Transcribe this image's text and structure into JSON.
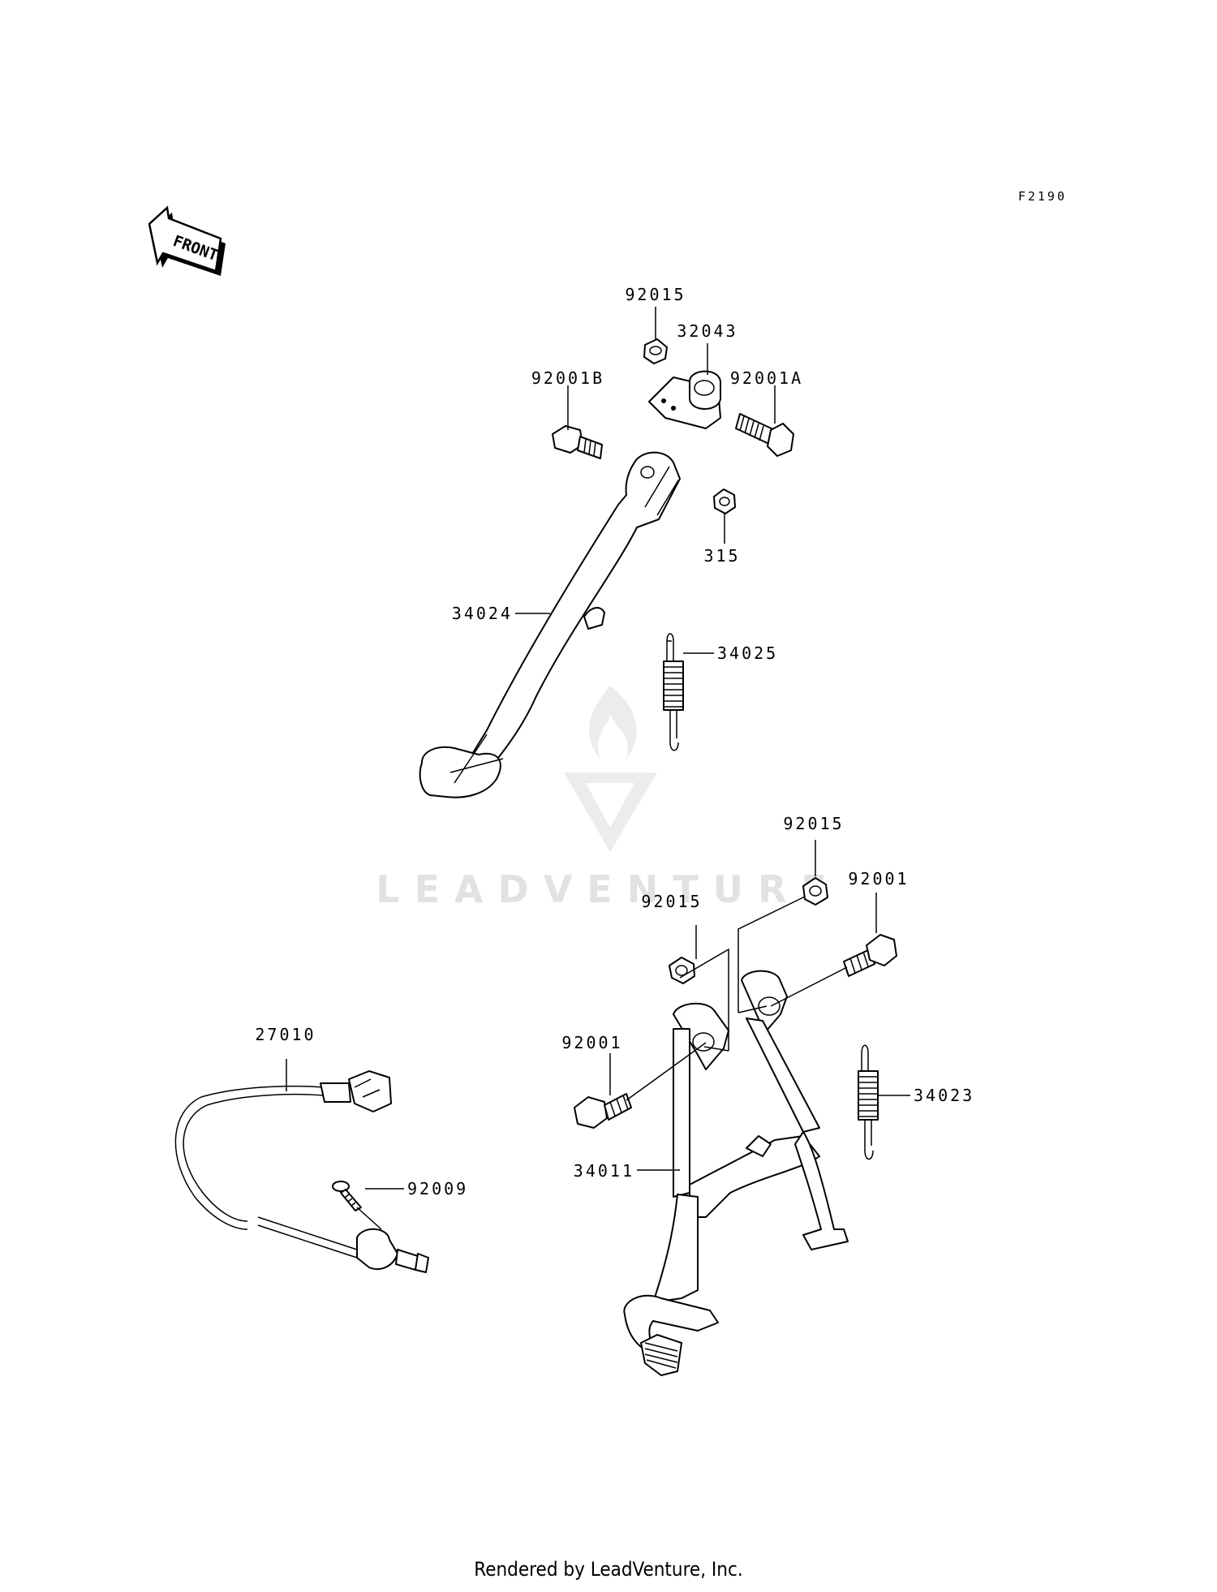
{
  "diagram_code": "F2190",
  "front_label": "FRONT",
  "watermark": {
    "brand": "LEADVENTURE",
    "logo": "leadventure-flame-logo"
  },
  "footer": "Rendered by LeadVenture, Inc.",
  "parts": {
    "p92015_top": "92015",
    "p32043": "32043",
    "p92001B": "92001B",
    "p92001A": "92001A",
    "p315": "315",
    "p34024": "34024",
    "p34025": "34025",
    "p92015_r1": "92015",
    "p92001_r1": "92001",
    "p92015_r2": "92015",
    "p92001_r2": "92001",
    "p34023": "34023",
    "p34011": "34011",
    "p27010": "27010",
    "p92009": "92009"
  }
}
